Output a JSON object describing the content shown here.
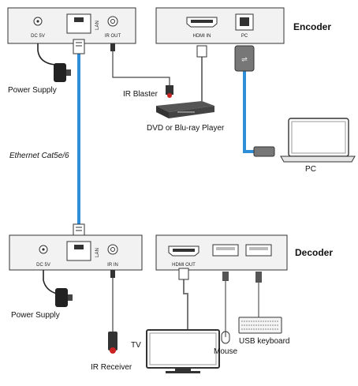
{
  "encoder": {
    "title": "Encoder",
    "ports": {
      "dc": "DC 5V",
      "lan": "LAN",
      "ir": "IR OUT",
      "hdmi": "HDMI IN",
      "pc": "PC"
    }
  },
  "decoder": {
    "title": "Decoder",
    "ports": {
      "dc": "DC 5V",
      "lan": "LAN",
      "ir": "IR IN",
      "hdmi": "HDMI OUT"
    }
  },
  "labels": {
    "power_supply_top": "Power Supply",
    "power_supply_bottom": "Power Supply",
    "ir_blaster": "IR Blaster",
    "dvd_player": "DVD or Blu-ray Player",
    "pc": "PC",
    "ethernet": "Ethernet Cat5e/6",
    "tv": "TV",
    "ir_receiver": "IR Receiver",
    "mouse": "Mouse",
    "usb_keyboard": "USB keyboard"
  },
  "colors": {
    "ethernet_cable": "#2f8fd8",
    "usb_cable": "#2f8fd8",
    "ir_led": "#cc2222",
    "device_fill": "#f2f2f2",
    "outline": "#333333"
  },
  "icons": [
    "power-adapter-icon",
    "dvd-player-icon",
    "laptop-icon",
    "tv-icon",
    "mouse-icon",
    "keyboard-icon",
    "ir-receiver-icon"
  ]
}
